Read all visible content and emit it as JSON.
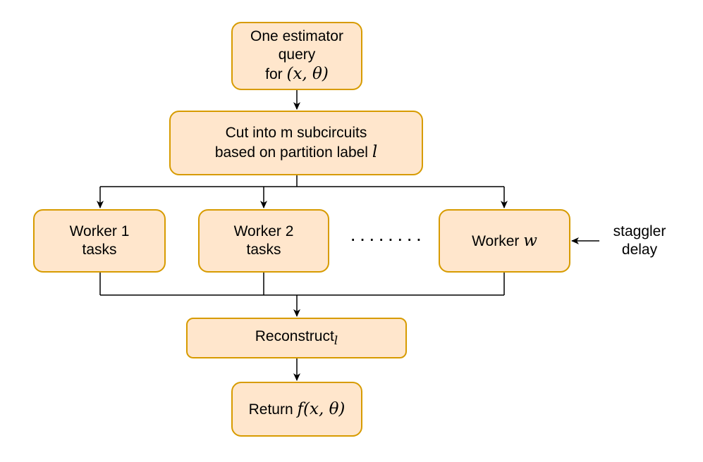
{
  "nodes": {
    "query": {
      "line1": "One estimator",
      "line2": "query",
      "line3_prefix": "for",
      "math": "(x, θ)"
    },
    "cut": {
      "line1": "Cut into m subcircuits",
      "line2_prefix": "based on partition label",
      "math": "l"
    },
    "worker1": {
      "line1": "Worker 1",
      "line2": "tasks"
    },
    "worker2": {
      "line1": "Worker 2",
      "line2": "tasks"
    },
    "ellipsis": "········",
    "workerw": {
      "prefix": "Worker",
      "math": "w"
    },
    "reconstruct": {
      "label": "Reconstruct",
      "subscript": "l"
    },
    "return": {
      "prefix": "Return",
      "math": "f(x, θ)"
    }
  },
  "staggler": {
    "line1": "staggler",
    "line2": "delay"
  },
  "colors": {
    "box_fill": "#ffe6cc",
    "box_border": "#d79b00",
    "edge": "#000000"
  }
}
